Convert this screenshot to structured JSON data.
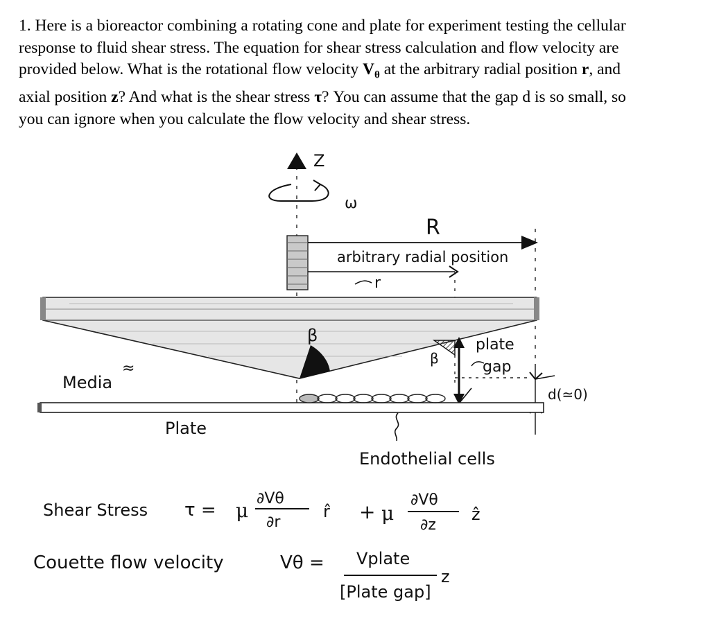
{
  "question": {
    "number": "1.",
    "line1": "Here is a bioreactor combining a rotating cone and plate for experiment testing the cellular",
    "line2": "response to fluid shear stress. The equation for shear stress calculation and flow velocity are",
    "line3_a": "provided below. What is the rotational flow velocity ",
    "line3_vtheta": "V",
    "line3_vtheta_sub": "θ",
    "line3_b": " at the arbitrary radial position ",
    "line3_r": "r",
    "line3_c": ", and",
    "line4_a": "axial position ",
    "line4_z": "z",
    "line4_b": "? And what is the shear stress ",
    "line4_tau": "τ",
    "line4_c": "?  You can assume that the gap d is so small, so",
    "line5": "you can ignore when you calculate the flow velocity and shear stress."
  },
  "diagram": {
    "axis_label": "Z",
    "omega_label": "ω",
    "radius_label": "R",
    "radial_position_label": "arbitrary radial position",
    "r_label": "r",
    "beta_label_center": "β",
    "beta_label_gap": "β",
    "plate_gap_label_line1": "plate",
    "plate_gap_label_line2": "gap",
    "d_label": "d(≃0)",
    "media_label": "Media",
    "media_wave": "≈",
    "plate_label": "Plate",
    "cells_label": "Endothelial cells"
  },
  "equations": {
    "shear_label": "Shear Stress",
    "shear_lhs": "τ =",
    "mu1": "μ",
    "frac1_num": "∂Vθ",
    "frac1_den": "∂r",
    "unit1": "r̂",
    "plus": "+",
    "mu2": "μ",
    "frac2_num": "∂Vθ",
    "frac2_den": "∂z",
    "unit2": "ẑ",
    "couette_label": "Couette flow velocity",
    "couette_lhs": "Vθ =",
    "frac3_num": "Vplate",
    "frac3_den": "[Plate gap]",
    "couette_z": "z"
  }
}
